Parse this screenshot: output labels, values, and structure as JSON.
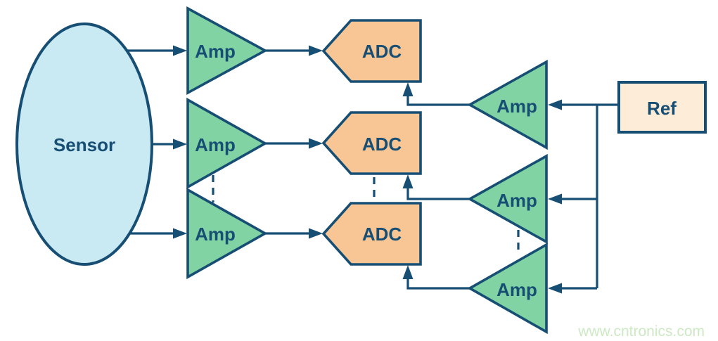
{
  "colors": {
    "background": "#ffffff",
    "line_navy": "#174e74",
    "label_navy": "#174e74",
    "sensor_blue": "#c9e9f3",
    "amp_green": "#82d3a4",
    "adc_orange": "#f8c694",
    "ref_cream": "#fcecd8",
    "watermark_green": "#cde9c4"
  },
  "diagram": {
    "sensor_label": "Sensor",
    "channels": [
      {
        "amp": "Amp",
        "adc": "ADC"
      },
      {
        "amp": "Amp",
        "adc": "ADC"
      },
      {
        "amp": "Amp",
        "adc": "ADC"
      }
    ],
    "reference": {
      "label": "Ref",
      "buffer_amps": [
        "Amp",
        "Amp",
        "Amp"
      ]
    },
    "watermark": "www.cntronics.com"
  }
}
